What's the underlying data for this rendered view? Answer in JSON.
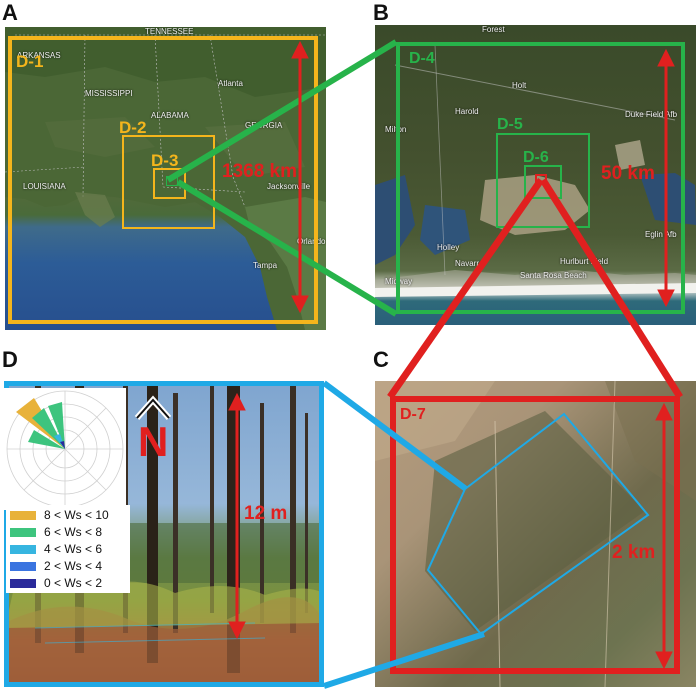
{
  "panels": {
    "a": {
      "letter": "A"
    },
    "b": {
      "letter": "B"
    },
    "c": {
      "letter": "C"
    },
    "d": {
      "letter": "D"
    }
  },
  "panel_a": {
    "domains": [
      "D-1",
      "D-2",
      "D-3"
    ],
    "distance": "1368 km",
    "places": {
      "tennessee": "TENNESSEE",
      "arkansas": "ARKANSAS",
      "mississippi": "MISSISSIPPI",
      "alabama": "ALABAMA",
      "atlanta": "Atlanta",
      "georgia": "GEORGIA",
      "louisiana": "LOUISIANA",
      "jacksonville": "Jacksonville",
      "tampa": "Tampa",
      "orlando": "Orlando"
    }
  },
  "panel_b": {
    "domains": [
      "D-4",
      "D-5",
      "D-6"
    ],
    "distance": "50 km",
    "places": {
      "forest": "Forest",
      "holt": "Holt",
      "harold": "Harold",
      "milton": "Milton",
      "dukefield": "Duke Field Afb",
      "holley": "Holley",
      "navarre": "Navarre",
      "hurlburt": "Hurlburt Field",
      "santarosa": "Santa Rosa Beach",
      "midway": "Midway",
      "eglin": "Eglin Afb"
    }
  },
  "panel_c": {
    "domain": "D-7",
    "distance": "2 km"
  },
  "panel_d": {
    "height": "12 m",
    "north": "N",
    "legend": [
      {
        "label": "8 < Ws < 10",
        "color": "#e8b23a"
      },
      {
        "label": "6 < Ws < 8",
        "color": "#3dc47e"
      },
      {
        "label": "4 < Ws < 6",
        "color": "#36b5e0"
      },
      {
        "label": "2 < Ws < 4",
        "color": "#3a74e0"
      },
      {
        "label": "0 < Ws < 2",
        "color": "#2a2a9a"
      }
    ]
  },
  "colors": {
    "yellow": "#f4b51c",
    "green": "#27b34a",
    "red": "#e0201f",
    "cyan": "#1fa9e6"
  }
}
